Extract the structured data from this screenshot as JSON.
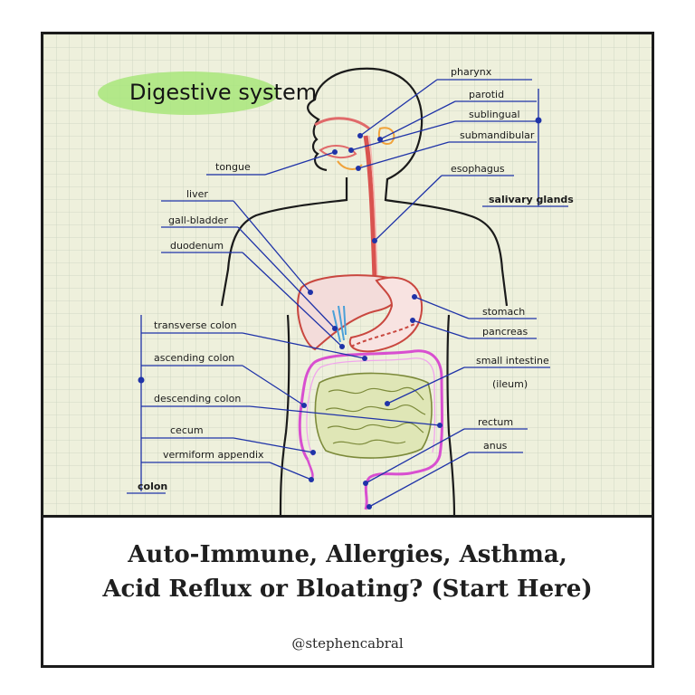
{
  "diagram": {
    "title": "Digestive system",
    "labels": {
      "pharynx": "pharynx",
      "parotid": "parotid",
      "sublingual": "sublingual",
      "submandibular": "submandibular",
      "esophagus": "esophagus",
      "salivary_glands": "salivary glands",
      "tongue": "tongue",
      "liver": "liver",
      "gall_bladder": "gall-bladder",
      "duodenum": "duodenum",
      "stomach": "stomach",
      "pancreas": "pancreas",
      "transverse_colon": "transverse colon",
      "ascending_colon": "ascending colon",
      "small_intestine": "small intestine",
      "ileum": "(ileum)",
      "descending_colon": "descending colon",
      "cecum": "cecum",
      "rectum": "rectum",
      "vermiform_appendix": "vermiform appendix",
      "anus": "anus",
      "colon": "colon"
    },
    "colors": {
      "grid_background": "#eef0dc",
      "leader": "#1f33a8",
      "title_highlight": "#9be26b",
      "colon": "#d84fd0",
      "small_intestine": "#cfd7a6",
      "esophagus": "#d9534f"
    }
  },
  "caption": {
    "line1": "Auto-Immune, Allergies, Asthma,",
    "line2": "Acid Reflux or Bloating? (Start Here)",
    "handle": "@stephencabral"
  }
}
